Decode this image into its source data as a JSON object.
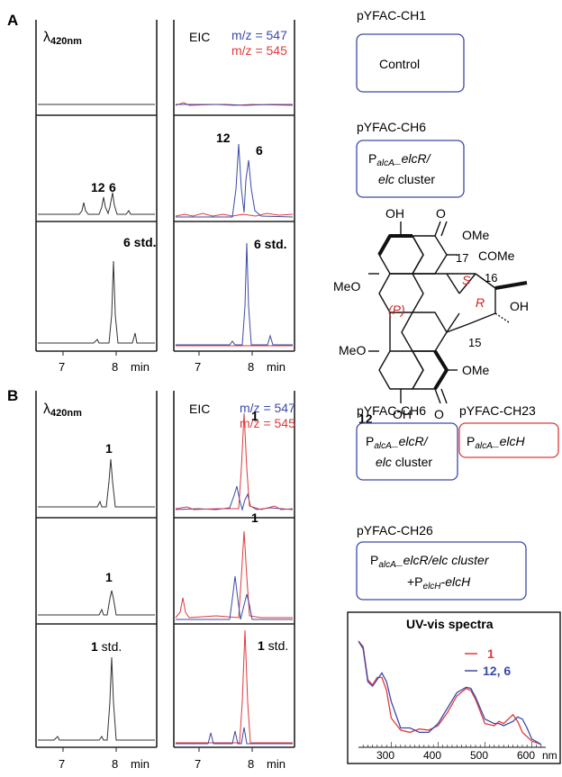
{
  "colors": {
    "blue": "#3b4aa8",
    "red": "#e03a3a",
    "black": "#222222",
    "italic_red": "#d22222"
  },
  "panel_a": {
    "letter": "A",
    "lambda_label": "λ",
    "lambda_sub": "420nm",
    "eic_label": "EIC",
    "legend_blue": "m/z = 547",
    "legend_red": "m/z = 545",
    "peak_12": "12",
    "peak_6": "6",
    "std_label": "6 std.",
    "xticks": [
      "7",
      "8"
    ],
    "xunit": "min",
    "construct_1": "pYFAC-CH1",
    "box_1": "Control",
    "construct_2": "pYFAC-CH6",
    "box_2_line1_p": "P",
    "box_2_line1_sub": "alcA",
    "box_2_line1_rest": "_elcR/",
    "box_2_line2_i": "elc",
    "box_2_line2_rest": " cluster"
  },
  "panel_b": {
    "letter": "B",
    "lambda_label": "λ",
    "lambda_sub": "420nm",
    "eic_label": "EIC",
    "legend_blue": "m/z = 547",
    "legend_red": "m/z = 545",
    "peak_1": "1",
    "std_num": "1",
    "std_word": " std.",
    "xticks": [
      "7",
      "8"
    ],
    "xunit": "min",
    "construct_1": "pYFAC-CH6",
    "construct_2": "pYFAC-CH23",
    "box_1_line1_p": "P",
    "box_1_line1_sub": "alcA",
    "box_1_line1_rest": "_elcR/",
    "box_1_line2_i": "elc",
    "box_1_line2_rest": " cluster",
    "box_2_p": "P",
    "box_2_sub": "alcA",
    "box_2_rest": "_elcH",
    "construct_3": "pYFAC-CH26",
    "box_3_line1_p": "P",
    "box_3_line1_sub": "alcA",
    "box_3_line1_rest": "_elcR/elc cluster",
    "box_3_line2_plus": "+P",
    "box_3_line2_sub": "elcH",
    "box_3_line2_rest": "-elcH"
  },
  "molecule": {
    "label": "12",
    "atoms": {
      "oh_top": "OH",
      "o_top": "O",
      "ome_1": "OMe",
      "c17": "17",
      "come": "COMe",
      "c16": "16",
      "s_label": "S",
      "r_label": "R",
      "oh_side": "OH",
      "meo_1": "MeO",
      "p_label": "(P)",
      "meo_2": "MeO",
      "c15": "15",
      "ome_2": "OMe",
      "oh_bottom": "OH",
      "o_bottom": "O"
    }
  },
  "uv_vis": {
    "title": "UV-vis spectra",
    "legend": [
      {
        "label": "1",
        "color": "#e03a3a"
      },
      {
        "label": "12, 6",
        "color": "#3b4aa8"
      }
    ],
    "xticks": [
      "300",
      "400",
      "500",
      "600"
    ],
    "xunit": "nm"
  },
  "chart_data": {
    "type": "line",
    "title": "UV-vis spectra",
    "xlabel": "nm",
    "xlim": [
      230,
      630
    ],
    "series": [
      {
        "name": "1",
        "x": [
          230,
          240,
          250,
          260,
          270,
          280,
          290,
          300,
          320,
          340,
          360,
          380,
          400,
          420,
          440,
          460,
          470,
          480,
          500,
          520,
          530,
          540,
          560,
          570,
          580,
          600,
          620
        ],
        "values": [
          0.95,
          0.9,
          0.6,
          0.55,
          0.62,
          0.62,
          0.5,
          0.25,
          0.14,
          0.12,
          0.15,
          0.14,
          0.18,
          0.3,
          0.45,
          0.52,
          0.5,
          0.42,
          0.2,
          0.18,
          0.22,
          0.2,
          0.28,
          0.22,
          0.12,
          0.04,
          0.01
        ]
      },
      {
        "name": "12, 6",
        "x": [
          230,
          240,
          250,
          260,
          270,
          280,
          290,
          300,
          320,
          340,
          360,
          380,
          400,
          420,
          440,
          460,
          470,
          480,
          500,
          520,
          530,
          540,
          560,
          570,
          580,
          590,
          600,
          620
        ],
        "values": [
          0.95,
          0.88,
          0.58,
          0.54,
          0.6,
          0.66,
          0.58,
          0.4,
          0.16,
          0.16,
          0.12,
          0.12,
          0.2,
          0.34,
          0.48,
          0.53,
          0.52,
          0.44,
          0.24,
          0.2,
          0.2,
          0.18,
          0.22,
          0.26,
          0.24,
          0.16,
          0.06,
          0.01
        ]
      }
    ]
  }
}
